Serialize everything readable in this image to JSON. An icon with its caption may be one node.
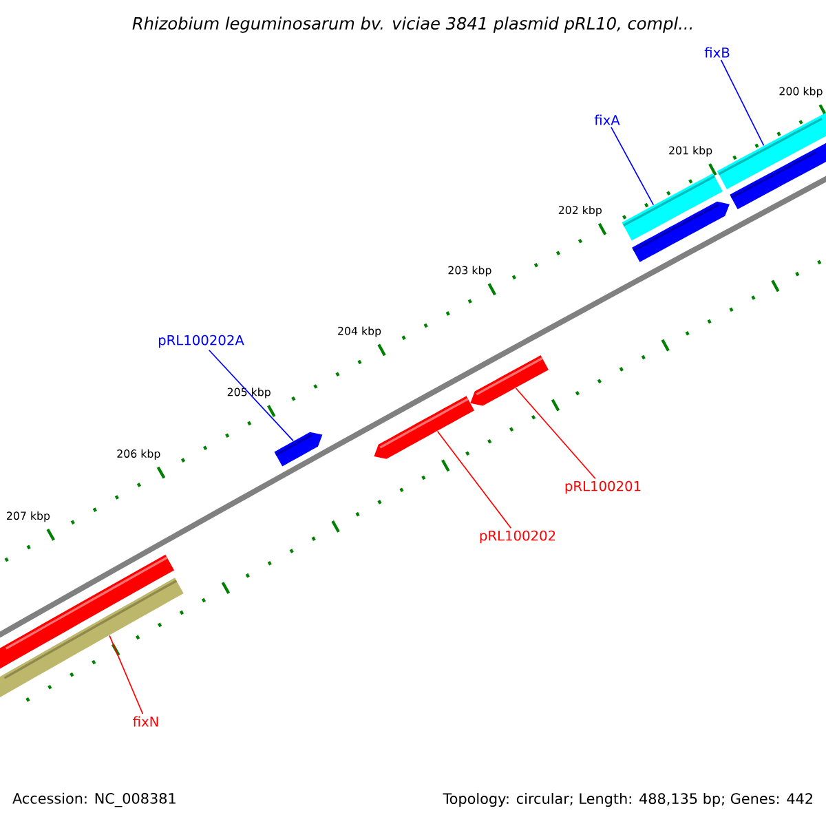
{
  "diagram": {
    "title": "Rhizobium leguminosarum bv. viciae 3841 plasmid pRL10, compl...",
    "nodes": [
      {
        "text": [
          "fixB"
        ]
      },
      {
        "text": [
          "fixA"
        ]
      },
      {
        "text": [
          "pRL100202A"
        ]
      },
      {
        "text": [
          "pRL100201"
        ]
      },
      {
        "text": [
          "pRL100202"
        ]
      },
      {
        "text": [
          "fixN"
        ]
      },
      {
        "text": [],
        "shape": "bar"
      },
      {
        "text": [],
        "shape": "bar"
      },
      {
        "text": [],
        "shape": "bar"
      },
      {
        "text": [],
        "shape": "bar"
      },
      {
        "text": [],
        "shape": "bar"
      },
      {
        "text": [],
        "shape": "bar"
      },
      {
        "text": [],
        "shape": "bar"
      },
      {
        "text": [],
        "shape": "bar"
      },
      {
        "text": [],
        "shape": "bar"
      }
    ],
    "edges": [
      {
        "from": 0,
        "to": 14,
        "arrow": "none",
        "color": "#0000ff"
      },
      {
        "from": 1,
        "to": 12,
        "arrow": "none",
        "color": "#0000ff"
      },
      {
        "from": 2,
        "to": 8,
        "arrow": "none",
        "color": "#0000ff"
      },
      {
        "from": 3,
        "to": 10,
        "arrow": "none",
        "color": "#ff0000"
      },
      {
        "from": 4,
        "to": 9,
        "arrow": "none",
        "color": "#ff0000"
      },
      {
        "from": 5,
        "to": 7,
        "arrow": "none",
        "color": "#ff0000"
      }
    ],
    "labels": [
      "200 kbp",
      "201 kbp",
      "202 kbp",
      "203 kbp",
      "204 kbp",
      "205 kbp",
      "206 kbp",
      "207 kbp",
      "Accession: NC_008381",
      "Topology: circular; Length: 488,135 bp; Genes: 442"
    ]
  }
}
